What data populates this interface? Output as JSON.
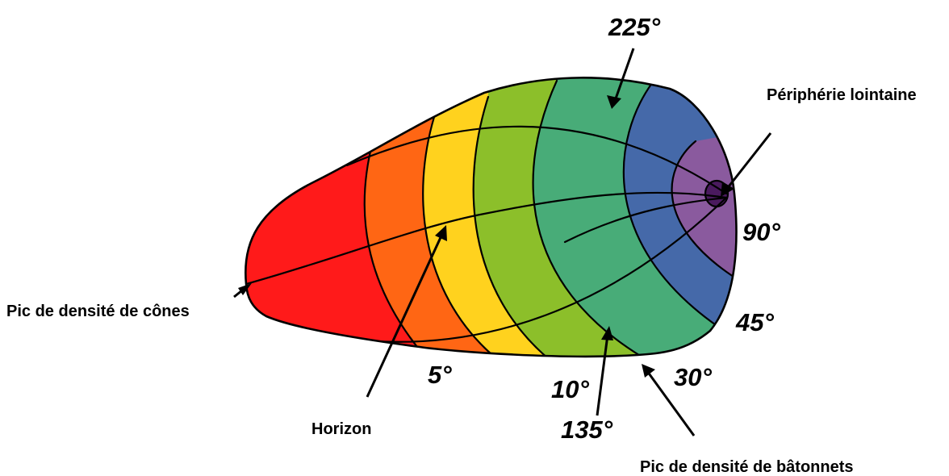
{
  "labels": {
    "peripherie": "Périphérie lointaine",
    "cones": "Pic de densité de cônes",
    "horizon": "Horizon",
    "batonnets": "Pic de densité de bâtonnets"
  },
  "degrees": {
    "d225": "225°",
    "d90": "90°",
    "d45": "45°",
    "d30": "30°",
    "d135": "135°",
    "d10": "10°",
    "d5": "5°"
  },
  "zone_colors": [
    "#ff1a1a",
    "#ff6614",
    "#ffd21e",
    "#8cbf2a",
    "#48ac78",
    "#4569a9",
    "#8a5a9e",
    "#4a1a5e"
  ]
}
